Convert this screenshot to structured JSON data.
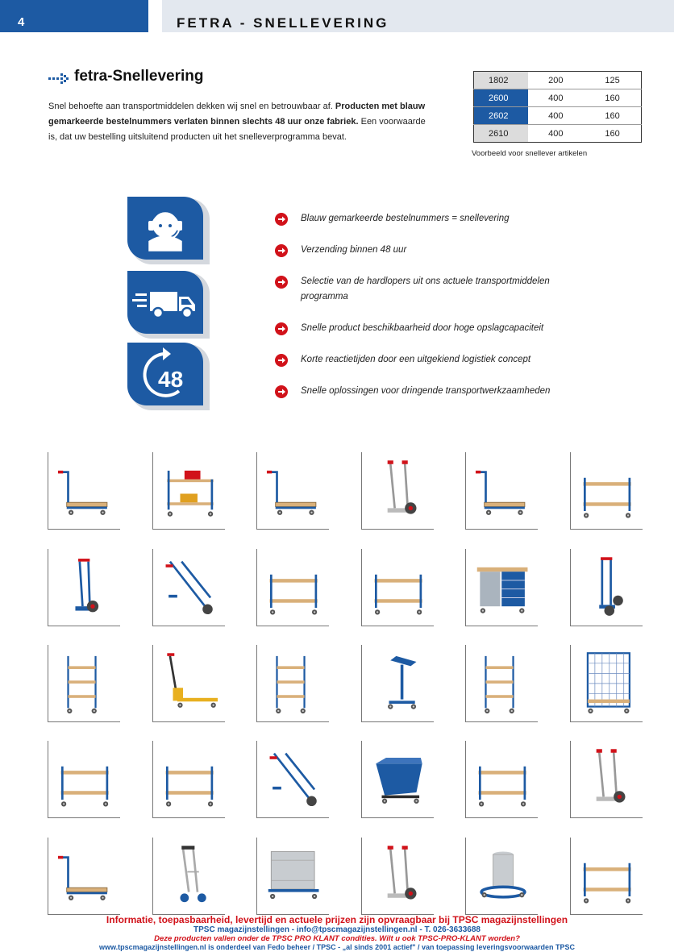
{
  "header": {
    "page_number": "4",
    "title": "FETRA - SNELLEVERING"
  },
  "section": {
    "title": "fetra-Snellevering",
    "intro_plain_1": "Snel behoefte aan transportmiddelen dekken wij snel en betrouwbaar af. ",
    "intro_bold": "Producten met blauw gemarkeerde bestelnummers verlaten binnen slechts 48 uur onze fabriek.",
    "intro_plain_2": " Een voorwaarde is, dat uw bestelling uitsluitend producten uit het snelleverprogramma bevat."
  },
  "example_table": {
    "rows": [
      {
        "id": "1802",
        "a": "200",
        "b": "125",
        "highlight": false
      },
      {
        "id": "2600",
        "a": "400",
        "b": "160",
        "highlight": true
      },
      {
        "id": "2602",
        "a": "400",
        "b": "160",
        "highlight": true
      },
      {
        "id": "2610",
        "a": "400",
        "b": "160",
        "highlight": false
      }
    ],
    "caption": "Voorbeeld voor snellever artikelen"
  },
  "badges": [
    {
      "icon": "headset-agent-icon"
    },
    {
      "icon": "delivery-truck-icon"
    },
    {
      "icon": "48-hours-icon",
      "label": "48"
    }
  ],
  "bullets": [
    "Blauw gemarkeerde bestelnummers = snellevering",
    "Verzending binnen 48 uur",
    "Selectie van de hardlopers uit ons actuele transportmiddelen programma",
    "Snelle product beschikbaarheid door hoge opslagcapaciteit",
    "Korte reactietijden door een uitgekiend logistiek concept",
    "Snelle oplossingen voor dringende transportwerkzaamheden"
  ],
  "products": [
    "platform-trolley",
    "tool-trolley",
    "platform-trolley",
    "sack-truck",
    "platform-trolley",
    "shelf-trolley",
    "cylinder-truck",
    "panel-truck",
    "shelf-trolley",
    "shelf-trolley",
    "workbench-trolley",
    "stair-sack-truck",
    "multi-shelf-trolley",
    "pallet-truck",
    "multi-shelf-trolley",
    "lifting-table",
    "multi-shelf-trolley",
    "mesh-trolley",
    "shelf-trolley",
    "shelf-trolley",
    "panel-truck",
    "tipping-container",
    "shelf-trolley",
    "sack-truck",
    "platform-trolley",
    "folding-sack-truck",
    "box-trolley",
    "sack-truck",
    "drum-roller",
    "shelf-trolley"
  ],
  "footer": {
    "line1": "Informatie, toepasbaarheid, levertijd en actuele prijzen zijn opvraagbaar bij TPSC magazijnstellingen",
    "line2": "TPSC magazijnstellingen - info@tpscmagazijnstellingen.nl - T. 026-3633688",
    "line3": "Deze producten vallen onder de TPSC PRO KLANT condities. Wilt u ook TPSC-PRO-KLANT worden?",
    "line4": "www.tpscmagazijnstellingen.nl is onderdeel van Fedo beheer / TPSC - „al sinds 2001 actief\" / van toepassing leveringsvoorwaarden TPSC"
  },
  "colors": {
    "brand_blue": "#1d5aa3",
    "light_grey": "#e3e8ef",
    "alert_red": "#d1121a",
    "wood": "#d9b07a"
  }
}
